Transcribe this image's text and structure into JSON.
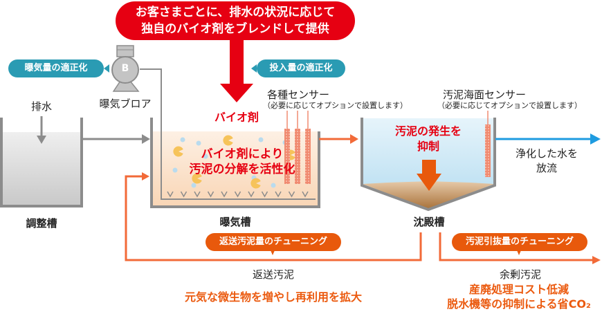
{
  "callout": {
    "line1": "お客さまごとに、排水の状況に応じて",
    "line2": "独自のバイオ剤をブレンドして提供"
  },
  "pills": {
    "aeration_optimize": "曝気量の適正化",
    "dosage_optimize": "投入量の適正化",
    "return_sludge_tuning": "返送汚泥量のチューニング",
    "sludge_withdraw_tuning": "汚泥引抜量のチューニング"
  },
  "labels": {
    "wastewater": "排水",
    "blower": "曝気ブロア",
    "blower_mark": "B",
    "bio_agent": "バイオ剤",
    "sensors_title": "各種センサー",
    "sensors_note": "（必要に応じてオプションで設置します）",
    "sludge_sensor_title": "汚泥海面センサー",
    "sludge_sensor_note": "（必要に応じてオプションで設置します）",
    "adjust_tank": "調整槽",
    "aeration_tank": "曝気槽",
    "settling_tank": "沈殿槽",
    "aeration_effect_line1": "バイオ剤により",
    "aeration_effect_line2": "汚泥の分解を活性化",
    "settling_effect_line1": "汚泥の発生を",
    "settling_effect_line2": "抑制",
    "discharge_line1": "浄化した水を",
    "discharge_line2": "放流",
    "return_sludge": "返送汚泥",
    "return_benefit": "元気な微生物を増やし再利用を拡大",
    "excess_sludge": "余剰汚泥",
    "excess_benefit_line1": "産廃処理コスト低減",
    "excess_benefit_line2": "脱水機等の抑制による省CO₂"
  },
  "colors": {
    "red": "#e60012",
    "orange": "#eb5a0f",
    "teal": "#2a9bb3",
    "blue": "#1e9be0",
    "gray": "#8c8c8c"
  }
}
